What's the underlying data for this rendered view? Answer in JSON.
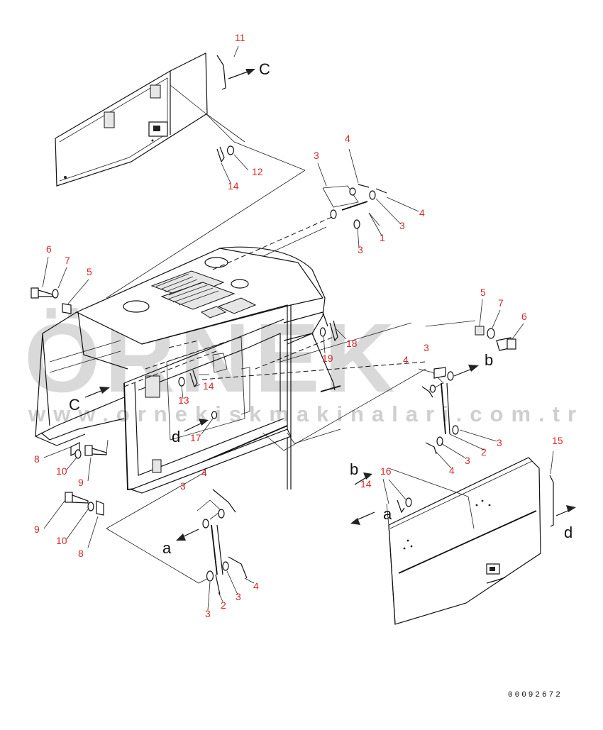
{
  "watermark": {
    "brand": "ÖRNEK",
    "url": "www.ornekiskmakinalari.com.tr"
  },
  "drawing_number": "00092672",
  "colors": {
    "callout": "#d32a2a",
    "line": "#111111",
    "watermark": "#d9d9d9"
  },
  "callouts": {
    "c11": "11",
    "c12": "12",
    "c14_top": "14",
    "c4_top": "4",
    "c3_top": "3",
    "c4_r": "4",
    "c3_r1": "3",
    "c1": "1",
    "c3_r2": "3",
    "c6_l": "6",
    "c7_l": "7",
    "c5_l": "5",
    "c5_r": "5",
    "c7_r": "7",
    "c6_r": "6",
    "c18": "18",
    "c19": "19",
    "c3_mid": "3",
    "c4_mid": "4",
    "c14_mid": "14",
    "c13": "13",
    "c17": "17",
    "c2_r": "2",
    "c3_r3": "3",
    "c3_r4": "3",
    "c4_r2": "4",
    "c8_l": "8",
    "c10_l": "10",
    "c9_l": "9",
    "c4_low": "4",
    "c3_low": "3",
    "c9_b": "9",
    "c10_b": "10",
    "c8_b": "8",
    "c15": "15",
    "c16": "16",
    "c14_b": "14",
    "c4_bot": "4",
    "c3_bot1": "3",
    "c2_bot": "2",
    "c3_bot2": "3"
  },
  "view_labels": {
    "C_top": "C",
    "C_mid": "C",
    "b_right": "b",
    "b_lower": "b",
    "d_mid": "d",
    "d_right": "d",
    "a_right": "a",
    "a_left": "a"
  }
}
